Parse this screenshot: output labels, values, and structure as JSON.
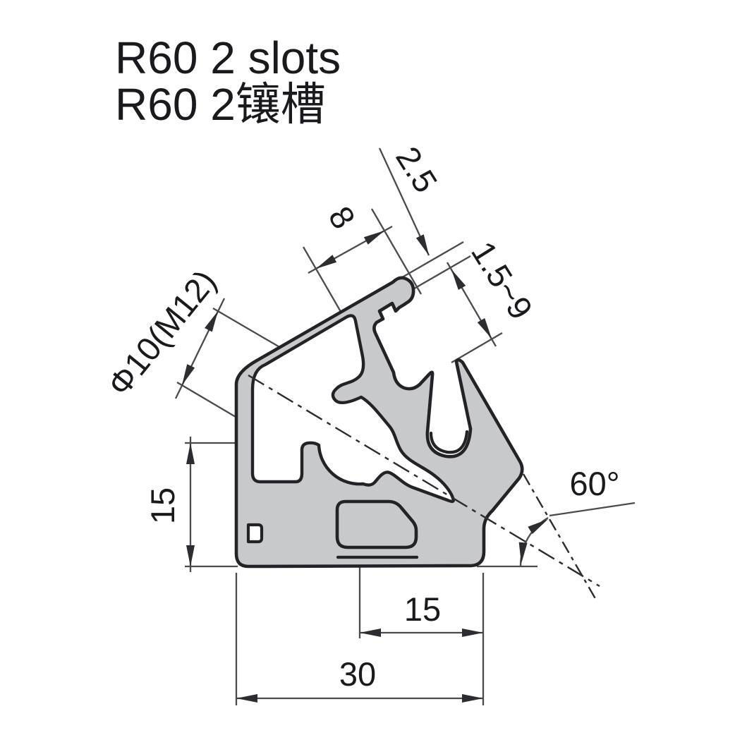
{
  "title": {
    "line1": "R60 2 slots",
    "line2": "R60 2镶槽"
  },
  "dimensions": {
    "slot_lip_thickness": "2.5",
    "slot_groove_width": "8",
    "panel_clamp_range": "1.5~9",
    "screw_channel": "Φ10(M12)",
    "left_height": "15",
    "profile_angle": "60°",
    "bottom_inner_width": "15",
    "bottom_overall_width": "30"
  },
  "colors": {
    "background": "#ffffff",
    "profile_fill": "#c8c9cb",
    "outline": "#232227",
    "dim_line": "#4a4b4f",
    "text": "#1a191d"
  }
}
